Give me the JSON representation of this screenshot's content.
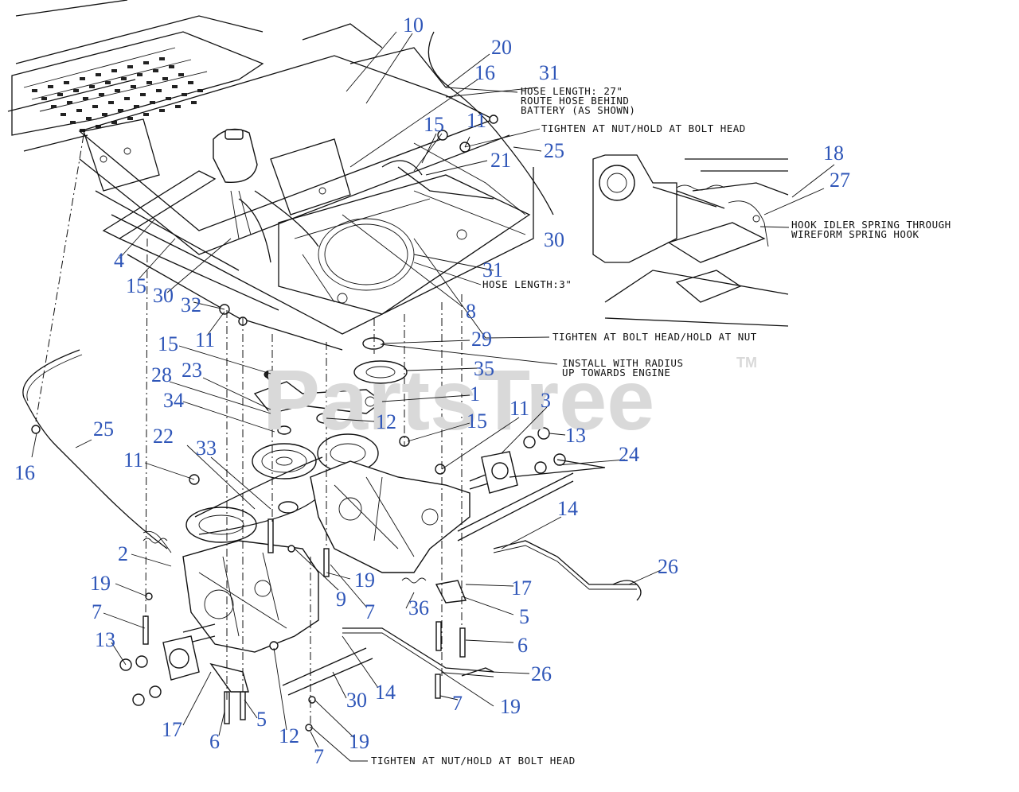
{
  "watermark": {
    "text": "PartsTree",
    "tm": "TM"
  },
  "notes": [
    {
      "id": "hose-27-line1",
      "text": "HOSE LENGTH: 27\""
    },
    {
      "id": "hose-27-line2",
      "text": "ROUTE HOSE BEHIND"
    },
    {
      "id": "hose-27-line3",
      "text": "BATTERY (AS SHOWN)"
    },
    {
      "id": "tighten-nut-top",
      "text": "TIGHTEN AT NUT/HOLD AT BOLT HEAD"
    },
    {
      "id": "hook-line1",
      "text": "HOOK IDLER SPRING THROUGH"
    },
    {
      "id": "hook-line2",
      "text": "WIREFORM SPRING HOOK"
    },
    {
      "id": "hose-3",
      "text": "HOSE LENGTH:3\""
    },
    {
      "id": "tighten-bolt",
      "text": "TIGHTEN AT BOLT HEAD/HOLD AT NUT"
    },
    {
      "id": "install-line1",
      "text": "INSTALL WITH RADIUS"
    },
    {
      "id": "install-line2",
      "text": "UP TOWARDS ENGINE"
    },
    {
      "id": "tighten-nut-bottom",
      "text": "TIGHTEN AT NUT/HOLD AT BOLT HEAD"
    }
  ],
  "callouts": [
    "10",
    "20",
    "16",
    "31",
    "15",
    "11",
    "25",
    "21",
    "18",
    "27",
    "30",
    "4",
    "15",
    "30",
    "32",
    "31",
    "8",
    "11",
    "29",
    "15",
    "35",
    "28",
    "23",
    "1",
    "34",
    "12",
    "15",
    "11",
    "3",
    "13",
    "25",
    "22",
    "33",
    "24",
    "11",
    "14",
    "16",
    "26",
    "2",
    "17",
    "19",
    "9",
    "7",
    "36",
    "5",
    "19",
    "7",
    "6",
    "26",
    "13",
    "14",
    "30",
    "19",
    "17",
    "5",
    "6",
    "12",
    "19",
    "7"
  ]
}
